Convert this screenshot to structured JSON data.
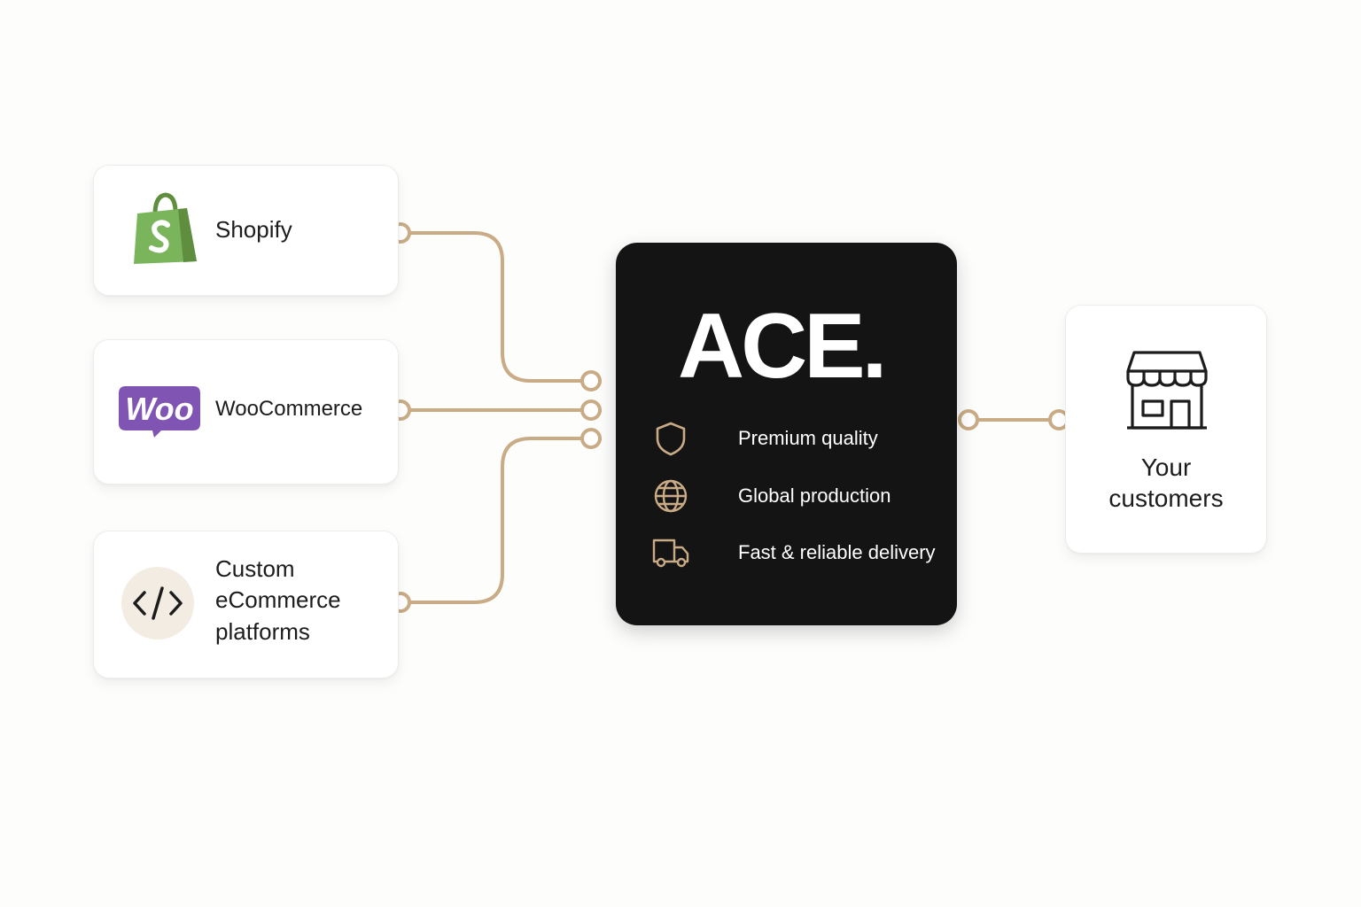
{
  "sources": [
    {
      "label": "Shopify",
      "icon": "shopify-bag-icon"
    },
    {
      "label": "WooCommerce",
      "icon": "woo-logo-icon",
      "logo_text": "Woo"
    },
    {
      "label_lines": [
        "Custom",
        "eCommerce",
        "platforms"
      ],
      "icon": "code-brackets-icon"
    }
  ],
  "hub": {
    "logo": "ACE.",
    "features": [
      {
        "label": "Premium quality",
        "icon": "shield-icon"
      },
      {
        "label": "Global production",
        "icon": "globe-icon"
      },
      {
        "label": "Fast & reliable delivery",
        "icon": "truck-icon"
      }
    ]
  },
  "destination": {
    "label_lines": [
      "Your",
      "customers"
    ],
    "icon": "storefront-icon"
  },
  "colors": {
    "background": "#fdfdfc",
    "card": "#ffffff",
    "hub": "#141414",
    "connector": "#c9ab86",
    "feature_icon": "#c9ab86",
    "shopify_green": "#7ab55c",
    "woo_purple": "#7f54b3",
    "code_badge": "#f3ece3"
  }
}
